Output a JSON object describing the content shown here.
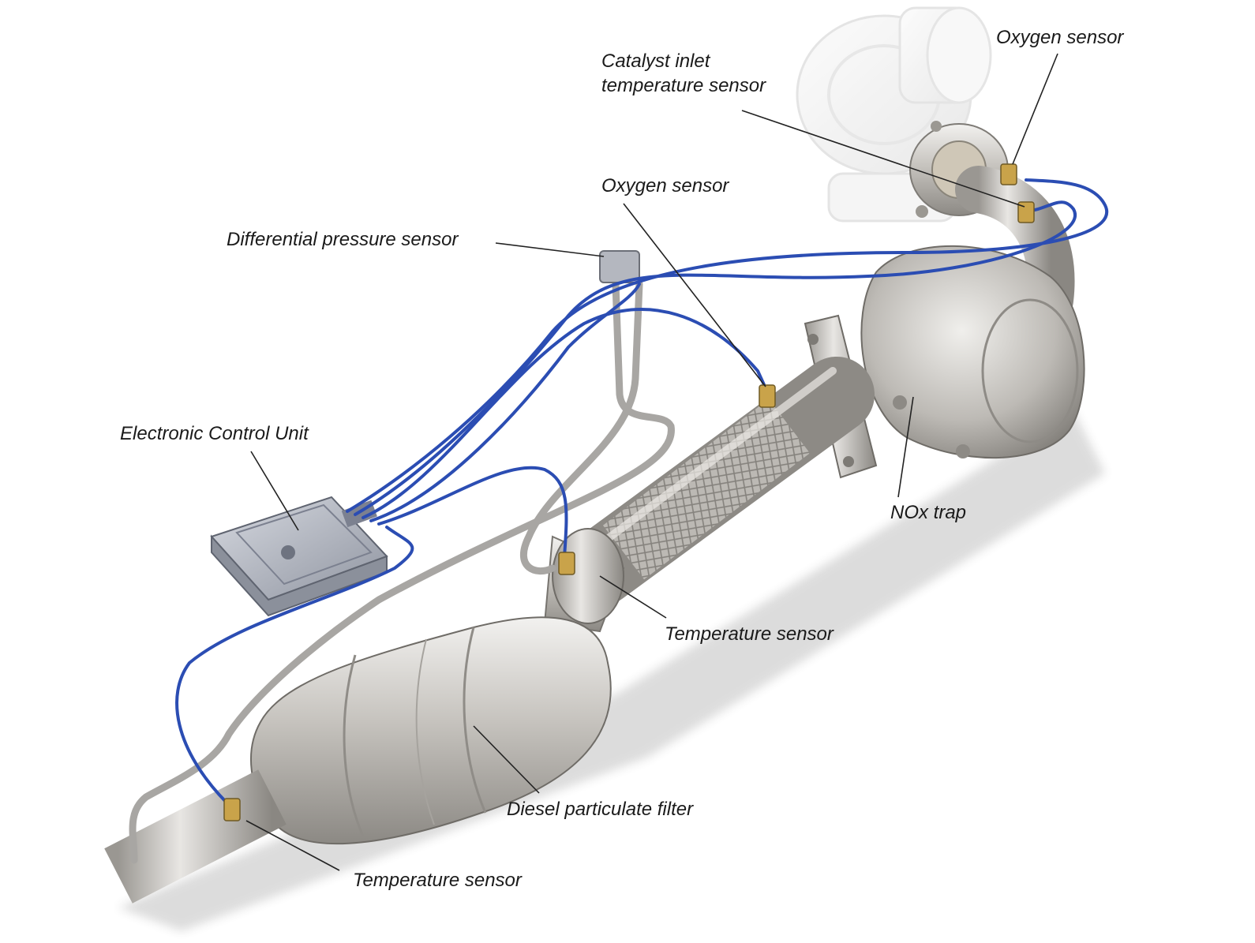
{
  "labels": {
    "oxygen_sensor_top": "Oxygen sensor",
    "catalyst_inlet_line1": "Catalyst inlet",
    "catalyst_inlet_line2": "temperature sensor",
    "oxygen_sensor_mid": "Oxygen sensor",
    "differential_pressure_sensor": "Differential pressure sensor",
    "electronic_control_unit": "Electronic Control Unit",
    "nox_trap": "NOx trap",
    "temperature_sensor_mid": "Temperature sensor",
    "diesel_particulate_filter": "Diesel particulate filter",
    "temperature_sensor_bottom": "Temperature sensor"
  },
  "colors": {
    "wire": "#2b4db3",
    "metal_light": "#e4e2df",
    "metal_mid": "#b9b6b1",
    "metal_dark": "#8d8a85",
    "ecu": "#b0b4bf",
    "sensor_brass": "#c9a34a",
    "leader": "#222222"
  }
}
